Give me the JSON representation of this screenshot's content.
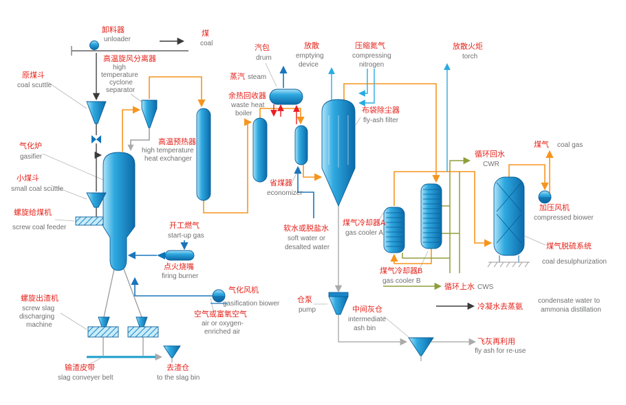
{
  "title": "coal gasification process flow diagram",
  "colors": {
    "gas_line": "#f7941d",
    "water_line": "#1b75bb",
    "nitrogen_line": "#29abe1",
    "cooling_water_line": "#8f9e3c",
    "steam_circuit_line": "#ed1c24",
    "ash_line": "#b0b0b0",
    "equipment_blue": "#29a8e0",
    "equipment_dark": "#0a5e99",
    "label_chinese": "#e5231b",
    "label_english": "#6f7072"
  },
  "labels": {
    "unloader": {
      "zh": "卸料器",
      "en": "unloader"
    },
    "coal": {
      "zh": "煤",
      "en": "coal"
    },
    "cyclone": {
      "zh": "高温旋风分离器",
      "en": [
        "high",
        "temperature",
        "cyclone",
        "separator"
      ]
    },
    "coal_scuttle": {
      "zh": "原煤斗",
      "en": "coal scuttle"
    },
    "gasifier": {
      "zh": "气化炉",
      "en": "gasifier"
    },
    "small_coal_scuttle": {
      "zh": "小煤斗",
      "en": "small coal scuttle"
    },
    "screw_coal_feeder": {
      "zh": "螺旋给煤机",
      "en": "screw coal feeder"
    },
    "ht_heat_exchanger": {
      "zh": "高温预热器",
      "en": [
        "high temperature",
        "heat exchanger"
      ]
    },
    "drum": {
      "zh": "汽包",
      "en": "drum"
    },
    "steam": {
      "zh": "蒸汽",
      "en": "steam"
    },
    "waste_heat_boiler": {
      "zh": "余热回收器",
      "en": [
        "waste heat",
        "boiler"
      ]
    },
    "economizer": {
      "zh": "省煤器",
      "en": "economizer"
    },
    "emptying_device": {
      "zh": "放散",
      "en": [
        "emptying",
        "device"
      ]
    },
    "compressing_nitrogen": {
      "zh": "压缩氮气",
      "en": [
        "compressing",
        "nitrogen"
      ]
    },
    "fly_ash_filter": {
      "zh": "布袋除尘器",
      "en": "fly-ash filter"
    },
    "torch": {
      "zh": "放散火炬",
      "en": "torch"
    },
    "coal_gas": {
      "zh": "煤气",
      "en": "coal gas"
    },
    "cwr": {
      "zh": "循环回水",
      "en": "CWR"
    },
    "compressed_blower": {
      "zh": "加压风机",
      "en": "compressed biower"
    },
    "coal_desulphurization": {
      "zh": "煤气脱硫系统",
      "en": "coal desulphurization"
    },
    "gas_cooler_a": {
      "zh": "煤气冷却器A",
      "en": "gas cooler A"
    },
    "gas_cooler_b": {
      "zh": "煤气冷却器B",
      "en": "gas cooler B"
    },
    "soft_water": {
      "zh": "软水或脱盐水",
      "en": [
        "soft water or",
        "desalted water"
      ]
    },
    "startup_gas": {
      "zh": "开工燃气",
      "en": "start-up gas"
    },
    "firing_burner": {
      "zh": "点火烧嘴",
      "en": "firing burner"
    },
    "air": {
      "zh": "空气或富氧空气",
      "en": [
        "air or oxygen-",
        "enriched air"
      ]
    },
    "gasification_blower": {
      "zh": "气化风机",
      "en": "gasification biower"
    },
    "pump": {
      "zh": "仓泵",
      "en": "pump"
    },
    "intermediate_ash_bin": {
      "zh": "中间灰仓",
      "en": [
        "intermediate",
        "ash bin"
      ]
    },
    "screw_slag": {
      "zh": "螺旋出渣机",
      "en": [
        "screw slag",
        "discharging",
        "machine"
      ]
    },
    "slag_conveyer": {
      "zh": "输渣皮带",
      "en": "slag conveyer belt"
    },
    "to_slag_bin": {
      "zh": "去渣仓",
      "en": "to the slag bin"
    },
    "cws": {
      "zh": "循环上水",
      "en": "CWS"
    },
    "condensate": {
      "zh": "冷凝水去蒸氨",
      "en": [
        "condensate water to",
        "ammonia distillation"
      ]
    },
    "fly_ash_reuse": {
      "zh": "飞灰再利用",
      "en": "fly ash for re-use"
    }
  }
}
